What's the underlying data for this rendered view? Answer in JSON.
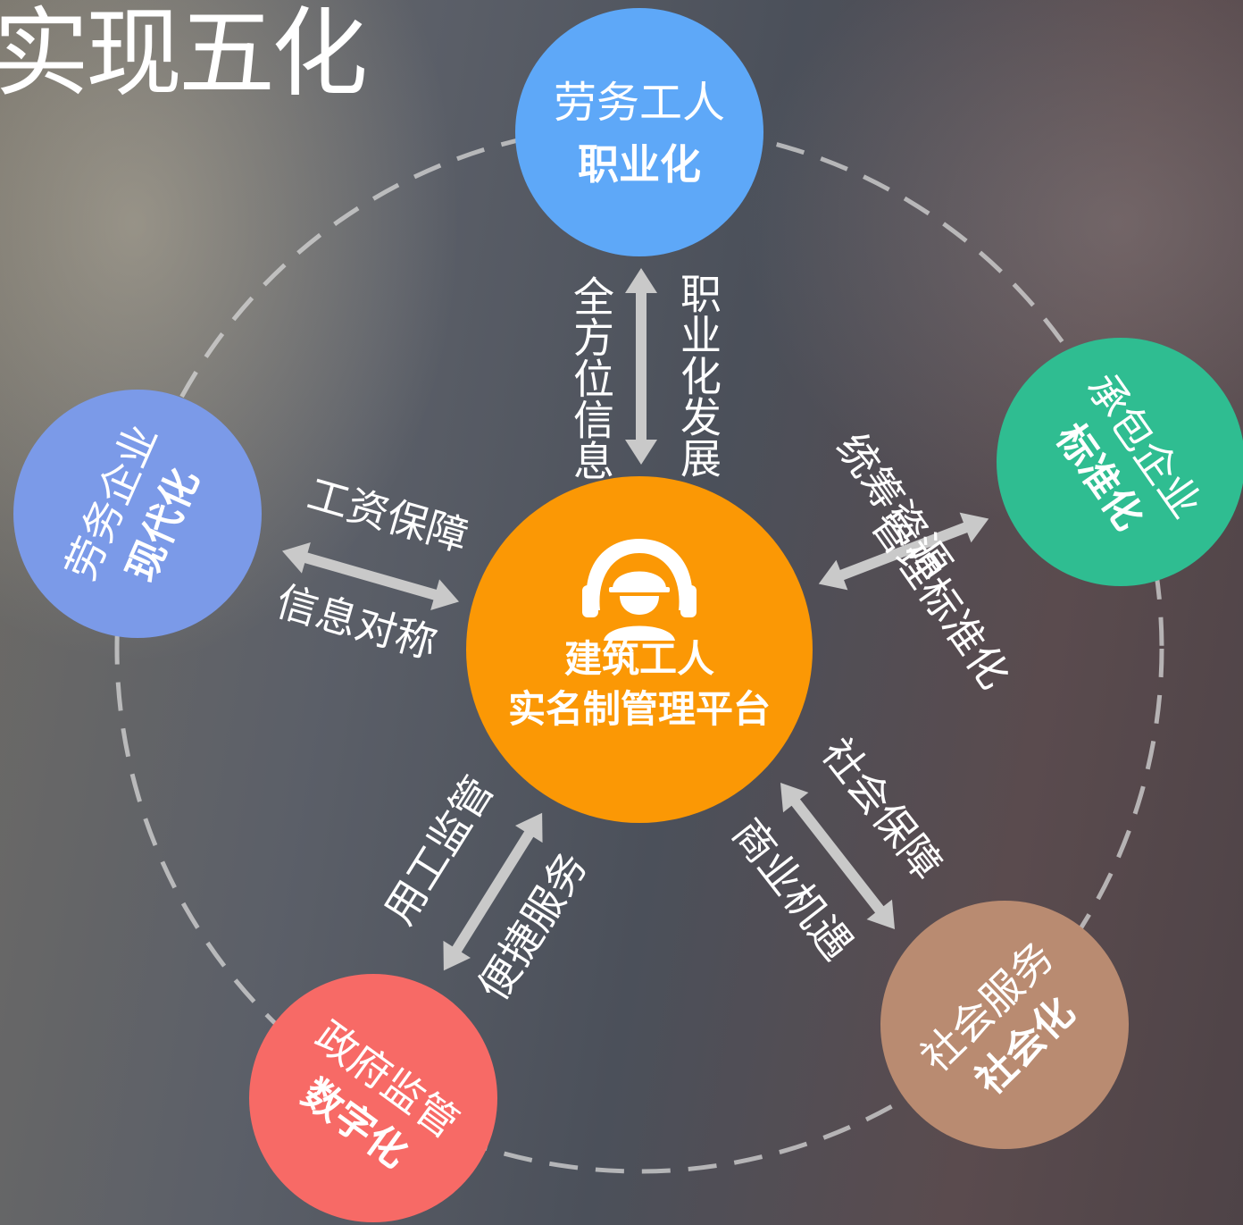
{
  "title": "实现五化",
  "center": {
    "line1": "建筑工人",
    "line2": "实名制管理平台",
    "color": "#fb9805",
    "icon": "worker-helmet-icon"
  },
  "nodes": {
    "top": {
      "line1": "劳务工人",
      "line2": "职业化",
      "color": "#5ea8f8"
    },
    "left": {
      "line1": "劳务企业",
      "line2": "现代化",
      "color": "#7b9ae8"
    },
    "right": {
      "line1": "承包企业",
      "line2": "标准化",
      "color": "#2fbd91"
    },
    "bottom_right": {
      "line1": "社会服务",
      "line2": "社会化",
      "color": "#b98b71"
    },
    "bottom_left": {
      "line1": "政府监管",
      "line2": "数字化",
      "color": "#f76a66"
    }
  },
  "links": {
    "top": {
      "a": "全方位信息",
      "b": "职业化发展"
    },
    "left": {
      "a": "工资保障",
      "b": "信息对称"
    },
    "right": {
      "a": "统筹资源",
      "b": "管理标准化"
    },
    "bottom_right": {
      "a": "社会保障",
      "b": "商业机遇"
    },
    "bottom_left": {
      "a": "用工监管",
      "b": "便捷服务"
    }
  }
}
